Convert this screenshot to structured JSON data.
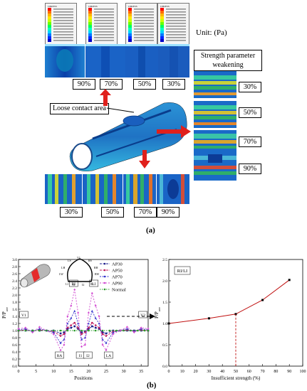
{
  "panel_a": {
    "unit_label": "Unit: (Pa)",
    "strength_title": "Strength parameter weakening",
    "loose_contact_label": "Loose contact area",
    "legend_title": "CPRESS",
    "top_pcts": [
      "90%",
      "70%",
      "50%",
      "30%"
    ],
    "right_pcts": [
      "30%",
      "50%",
      "70%",
      "90%"
    ],
    "bottom_pcts": [
      "30%",
      "50%",
      "70%",
      "90%"
    ],
    "caption": "(a)"
  },
  "panel_b": {
    "caption": "(b)",
    "ring_labels": [
      "V1",
      "LS",
      "RS",
      "LH",
      "RH",
      "LW",
      "RW",
      "I1",
      "I2",
      "RA",
      "LA",
      "RI",
      "LI"
    ]
  },
  "chart_data": [
    {
      "type": "line",
      "ylabel": "P/P",
      "ylabel_sub": "ave",
      "xlabel": "Positions",
      "xlim": [
        0,
        37
      ],
      "ylim": [
        0.0,
        3.0
      ],
      "xticks": [
        0,
        5,
        10,
        15,
        20,
        25,
        30,
        35
      ],
      "yticks": [
        "0.0",
        "0.2",
        "0.4",
        "0.6",
        "0.8",
        "1.0",
        "1.2",
        "1.4",
        "1.6",
        "1.8",
        "2.0",
        "2.2",
        "2.4",
        "2.6",
        "2.8",
        "3.0"
      ],
      "legend_position": "top-right",
      "annotations": [
        "V1",
        "V2",
        "RI",
        "LI",
        "RA",
        "LA",
        "I1",
        "I2"
      ],
      "series": [
        {
          "name": "AP30",
          "color": "#1a1a8c",
          "x": [
            0,
            2,
            4,
            6,
            8,
            10,
            12,
            13,
            14,
            15,
            16,
            17,
            18,
            19,
            20,
            21,
            22,
            23,
            24,
            25,
            27,
            29,
            31,
            33,
            35,
            37
          ],
          "y": [
            1.0,
            1.0,
            1.0,
            1.0,
            1.0,
            1.0,
            0.92,
            0.95,
            1.05,
            1.08,
            1.12,
            1.05,
            0.95,
            0.98,
            1.05,
            1.12,
            1.08,
            1.05,
            0.95,
            0.92,
            1.0,
            1.0,
            1.0,
            1.0,
            1.0,
            1.0
          ]
        },
        {
          "name": "AP50",
          "color": "#c0185a",
          "x": [
            0,
            2,
            4,
            6,
            8,
            10,
            12,
            13,
            14,
            15,
            16,
            17,
            18,
            19,
            20,
            21,
            22,
            23,
            24,
            25,
            27,
            29,
            31,
            33,
            35,
            37
          ],
          "y": [
            1.0,
            1.02,
            0.98,
            1.02,
            1.0,
            0.97,
            0.85,
            0.9,
            1.08,
            1.15,
            1.22,
            1.08,
            0.9,
            0.95,
            1.08,
            1.22,
            1.15,
            1.08,
            0.9,
            0.85,
            0.97,
            1.0,
            1.02,
            0.98,
            1.02,
            1.0
          ]
        },
        {
          "name": "AP70",
          "color": "#3333cc",
          "x": [
            0,
            2,
            4,
            6,
            8,
            10,
            12,
            13,
            14,
            15,
            16,
            17,
            18,
            19,
            20,
            21,
            22,
            23,
            24,
            25,
            27,
            29,
            31,
            33,
            35,
            37
          ],
          "y": [
            1.02,
            1.05,
            0.97,
            1.05,
            1.0,
            0.95,
            0.65,
            0.75,
            1.2,
            1.35,
            1.55,
            1.2,
            0.75,
            0.8,
            1.2,
            1.55,
            1.35,
            1.2,
            0.75,
            0.65,
            0.95,
            1.0,
            1.05,
            0.97,
            1.05,
            1.02
          ]
        },
        {
          "name": "AP90",
          "color": "#d14ad1",
          "x": [
            0,
            2,
            4,
            6,
            8,
            10,
            12,
            13,
            14,
            15,
            16,
            17,
            18,
            19,
            20,
            21,
            22,
            23,
            24,
            25,
            27,
            29,
            31,
            33,
            35,
            37
          ],
          "y": [
            1.05,
            1.08,
            0.95,
            1.1,
            1.0,
            0.9,
            0.45,
            0.6,
            1.4,
            1.7,
            2.15,
            1.5,
            0.55,
            0.6,
            1.5,
            2.05,
            1.7,
            1.4,
            0.6,
            0.45,
            0.9,
            1.0,
            1.1,
            0.95,
            1.08,
            1.05
          ]
        },
        {
          "name": "Normal",
          "color": "#2a9a2a",
          "x": [
            0,
            2,
            4,
            6,
            8,
            10,
            12,
            14,
            16,
            18,
            20,
            22,
            24,
            26,
            28,
            30,
            32,
            34,
            36,
            37
          ],
          "y": [
            1.0,
            1.0,
            1.0,
            1.0,
            1.0,
            1.0,
            1.0,
            1.0,
            1.0,
            1.0,
            1.0,
            1.0,
            1.0,
            1.0,
            1.0,
            1.0,
            1.0,
            1.0,
            1.0,
            1.0
          ]
        }
      ]
    },
    {
      "type": "line",
      "title": "RI/LI",
      "xlabel": "Insufficient strength (%)",
      "ylabel": "P/P",
      "ylabel_sub": "ave",
      "xlim": [
        0,
        100
      ],
      "ylim": [
        0.0,
        2.5
      ],
      "xticks": [
        0,
        10,
        20,
        30,
        40,
        50,
        60,
        70,
        80,
        90,
        100
      ],
      "yticks": [
        "0.0",
        "0.5",
        "1.0",
        "1.5",
        "2.0",
        "2.5"
      ],
      "series": [
        {
          "color": "#c01010",
          "x": [
            0,
            30,
            50,
            70,
            90
          ],
          "y": [
            1.0,
            1.12,
            1.22,
            1.55,
            2.02
          ]
        }
      ]
    }
  ]
}
